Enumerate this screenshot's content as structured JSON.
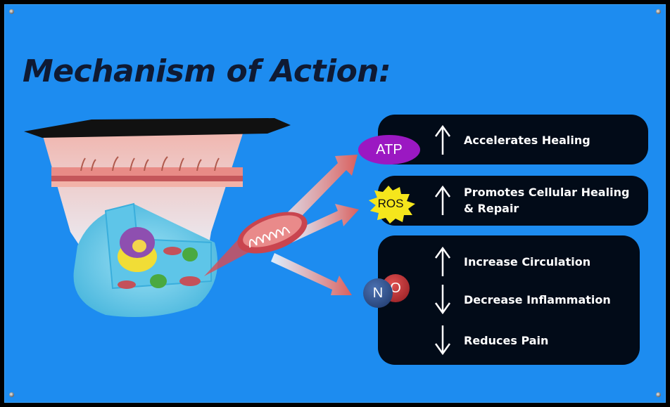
{
  "title": "Mechanism of Action:",
  "colors": {
    "background": "#1d8cf0",
    "title": "#0f1a33",
    "box": "#020b18",
    "atp_badge": "#9b18c2",
    "ros_badge": "#f5e61c",
    "no_n": "#2a4f8a",
    "no_o": "#b8242a"
  },
  "illustration": {
    "device_label": "light-therapy-device",
    "tissue_label": "skin-layer",
    "cell_label": "animal-cell",
    "organelle_label": "mitochondrion"
  },
  "effects": [
    {
      "badge": "ATP",
      "items": [
        {
          "direction": "up",
          "icon": "arrow-up-icon",
          "label": "Accelerates Healing"
        }
      ]
    },
    {
      "badge": "ROS",
      "items": [
        {
          "direction": "up",
          "icon": "arrow-up-icon",
          "label": "Promotes Cellular Healing & Repair"
        }
      ]
    },
    {
      "badge_parts": [
        "N",
        "O"
      ],
      "items": [
        {
          "direction": "up",
          "icon": "arrow-up-icon",
          "label": "Increase Circulation"
        },
        {
          "direction": "down",
          "icon": "arrow-down-icon",
          "label": "Decrease Inflammation"
        },
        {
          "direction": "down",
          "icon": "arrow-down-icon",
          "label": "Reduces Pain"
        }
      ]
    }
  ]
}
